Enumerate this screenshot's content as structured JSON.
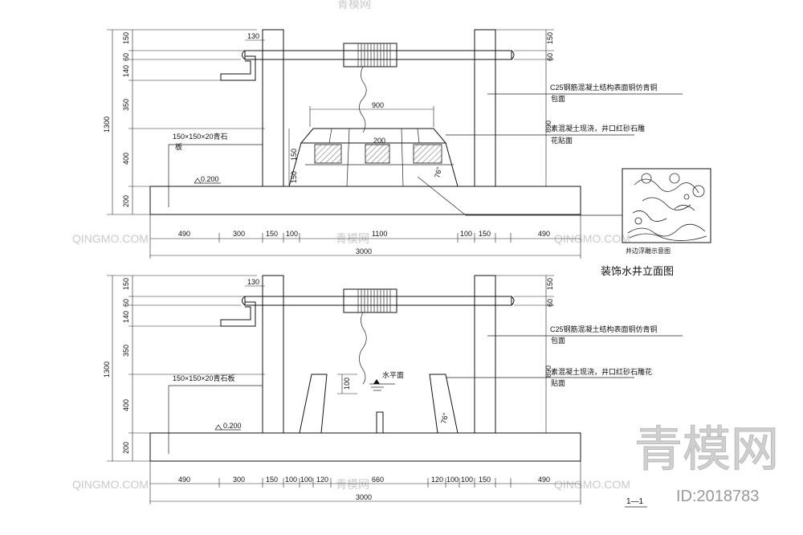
{
  "watermark": {
    "brand_cn": "青模网",
    "brand_en": "QINGMO.COM",
    "id_text": "ID:2018783"
  },
  "elevation": {
    "title": "装饰水井立面图",
    "notes": {
      "copper": [
        "C25钢筋混凝土结构表面铜仿青铜",
        "包面"
      ],
      "granite": [
        "素混凝土现浇，井口红砂石雕",
        "花贴面"
      ],
      "bluestone": [
        "150×150×20青石",
        "板"
      ],
      "relief_caption": "井边浮雕示意图"
    },
    "level": "0.200",
    "angle": "76°",
    "dim_top": [
      "130"
    ],
    "dim_left": [
      "150",
      "60",
      "140",
      "350",
      "400",
      "200"
    ],
    "dim_total_height": "1300",
    "dim_right": [
      "150",
      "60",
      "890"
    ],
    "dim_well": [
      "900",
      "200",
      "150",
      "150"
    ],
    "dim_bottom": [
      "490",
      "300",
      "150",
      "100",
      "1100",
      "100",
      "150",
      "490"
    ],
    "dim_total": "3000"
  },
  "section": {
    "title": "1—1",
    "notes": {
      "copper": [
        "C25钢筋混凝土结构表面铜仿青铜",
        "包面"
      ],
      "granite": [
        "素混凝土现浇，井口红砂石雕花",
        "贴面"
      ],
      "bluestone": "150×150×20青石板",
      "water": "水平面"
    },
    "level": "0.200",
    "angle": "76°",
    "dim_top": [
      "130"
    ],
    "dim_left": [
      "150",
      "60",
      "140",
      "350",
      "400",
      "200"
    ],
    "dim_total_height": "1300",
    "dim_right": [
      "150",
      "60",
      "890"
    ],
    "dim_water": "100",
    "dim_bottom": [
      "490",
      "300",
      "150",
      "100",
      "100",
      "120",
      "660",
      "120",
      "100",
      "100",
      "150",
      "490"
    ],
    "dim_total": "3000"
  }
}
